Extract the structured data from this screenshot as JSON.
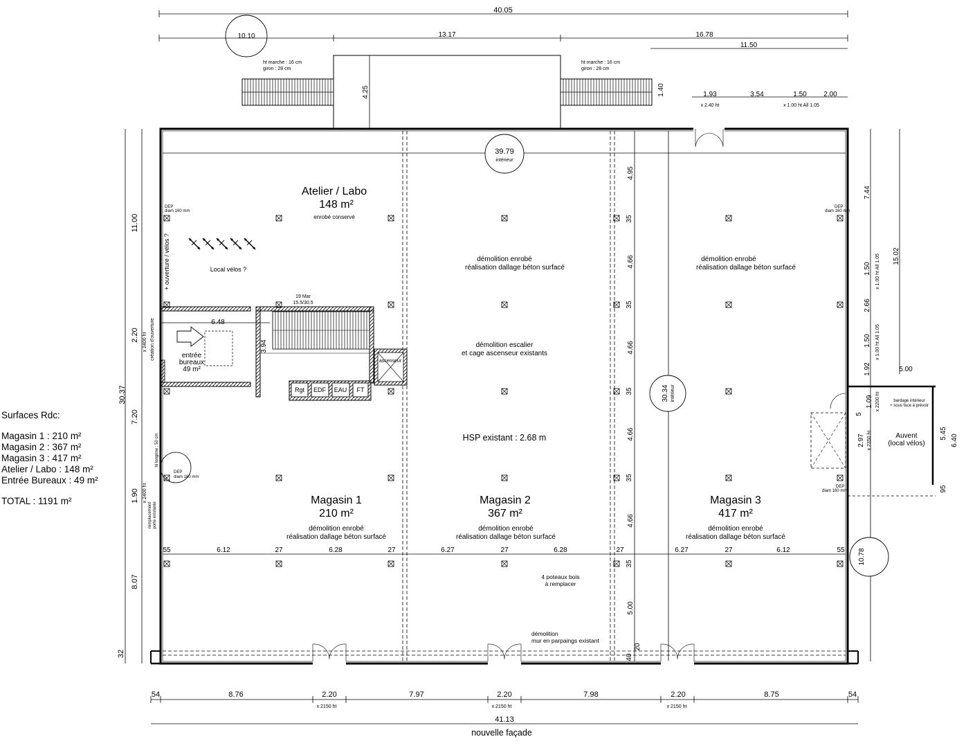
{
  "dimensions": {
    "top": {
      "overall": "40.05",
      "d1": "10.10",
      "d2": "13.17",
      "d3": "16.78",
      "d4": "11.50"
    },
    "small": {
      "a": "1.93",
      "b": "3.54",
      "c": "1.50",
      "d": "2.00",
      "note_a": "x 2.40 ht",
      "note_b": "x 1.00 ht All 1.05"
    },
    "stairs_top": {
      "left_note1": "ht marche : 16 cm",
      "left_note2": "giron : 28 cm",
      "right_note1": "ht marche : 16 cm",
      "right_note2": "giron : 28 cm",
      "height": "4.25",
      "right_h": "1.40"
    },
    "left": {
      "a": "11.00",
      "b": "2.20",
      "b_note": "x 2400 ht",
      "c": "30.37",
      "d": "7.20",
      "e": "1.90",
      "e_note": "x 2400 ht",
      "f": "8.07",
      "g": "32"
    },
    "right": {
      "a": "7.44",
      "b": "15.02",
      "c": "1.50",
      "c_note": "x 1.00 ht All 1.05",
      "d": "2.66",
      "e": "1.50",
      "e_note": "x 1.00 ht All 1.05",
      "f": "1.92",
      "g": "5.00",
      "h": "1.09",
      "h_note": "x 2200 ht",
      "i": "5",
      "j": "2.97",
      "j_note": "x 2350 ht",
      "k": "5.45",
      "l": "6.40",
      "m": "95",
      "n": "10.78"
    },
    "middle_col": {
      "a": "4.95",
      "b": "35",
      "c": "4.66",
      "d": "35",
      "e": "4.66",
      "f": "35",
      "g": "4.66",
      "h": "35",
      "i": "4.66",
      "j": "35",
      "k": "5.00",
      "l": "20",
      "m": "40"
    },
    "interior_width": "39.79",
    "interior_label": "intérieur",
    "interior_depth": "30.34",
    "interior_label2": "intérieur",
    "row": {
      "a": "55",
      "b": "6.12",
      "c": "27",
      "d": "6.28",
      "e": "27",
      "f": "6.27",
      "g": "27",
      "h": "6.28",
      "i": "27",
      "j": "6.27",
      "k": "27",
      "l": "6.12",
      "m": "55"
    },
    "bottom": {
      "a": "54",
      "b": "8.76",
      "c": "2.20",
      "c_note": "x 2150 ht",
      "d": "7.97",
      "e": "2.20",
      "e_note": "x 2150 ht",
      "f": "7.98",
      "g": "2.20",
      "g_note": "x 2150 ht",
      "h": "8.75",
      "i": "54",
      "overall": "41.13",
      "facade": "nouvelle façade"
    },
    "hall": {
      "w": "6.48",
      "h": "3.94"
    }
  },
  "rooms": {
    "atelier": {
      "name": "Atelier / Labo",
      "area": "148 m²",
      "note": "enrobé conservé"
    },
    "velos": {
      "label": "Local vélos ?",
      "opening": "+ ouverture / vélos ?"
    },
    "stairs_label": {
      "l1": "19 Mar",
      "l2": "15.5/30.5"
    },
    "entree": {
      "l1": "entrée",
      "l2": "bureaux",
      "area": "49 m²",
      "creation": "création d'ouverture"
    },
    "ascenseur": "ascenseur",
    "techs": [
      "Rgt",
      "EDF",
      "EAU",
      "FT"
    ],
    "demo_top_center": {
      "l1": "démolition enrobé",
      "l2": "réalisation dallage béton surfacé"
    },
    "demo_top_right": {
      "l1": "démolition enrobé",
      "l2": "réalisation dallage béton surfacé"
    },
    "demo_stairs": {
      "l1": "démolition escalier",
      "l2": "et cage ascenseur existants"
    },
    "hsp": "HSP existant : 2.68 m",
    "mag1": {
      "name": "Magasin 1",
      "area": "210 m²",
      "l1": "démolition enrobé",
      "l2": "réalisation dallage béton surfacé"
    },
    "mag2": {
      "name": "Magasin 2",
      "area": "367 m²",
      "l1": "démolition enrobé",
      "l2": "réalisation dallage béton surfacé"
    },
    "mag3": {
      "name": "Magasin 3",
      "area": "417 m²",
      "l1": "démolition enrobé",
      "l2": "réalisation dallage béton surfacé"
    },
    "poteaux": {
      "l1": "4 poteaux bois",
      "l2": "à remplacer"
    },
    "demo_mur": {
      "l1": "démolition",
      "l2": "mur en parpaings existant"
    },
    "auvent": {
      "l1": "Auvent",
      "l2": "(local vélos)",
      "bardage1": "bardage intérieur",
      "bardage2": "+ sous face à prévoir"
    },
    "dep": {
      "l1": "DEP",
      "l2": "diam 160 mm"
    },
    "remplacement": {
      "l1": "remplacement",
      "l2": "porte existante"
    },
    "longrine": "hl longrine : 50 cm"
  },
  "summary": {
    "title": "Surfaces Rdc:",
    "lines": [
      "Magasin 1 : 210 m²",
      "Magasin 2 : 367 m²",
      "Magasin 3 : 417 m²",
      "Atelier / Labo : 148 m²",
      "Entrée Bureaux : 49 m²"
    ],
    "total": "TOTAL : 1191 m²"
  }
}
